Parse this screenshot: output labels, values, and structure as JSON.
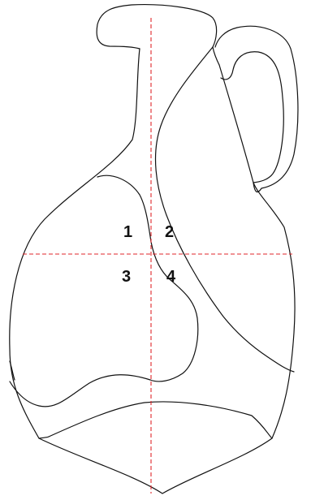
{
  "quadrants": [
    {
      "label": "1"
    },
    {
      "label": "2"
    },
    {
      "label": "3"
    },
    {
      "label": "4"
    }
  ],
  "colors": {
    "outline": "#111111",
    "guide": "#e0262b",
    "label": "#111111",
    "background": "#ffffff"
  }
}
